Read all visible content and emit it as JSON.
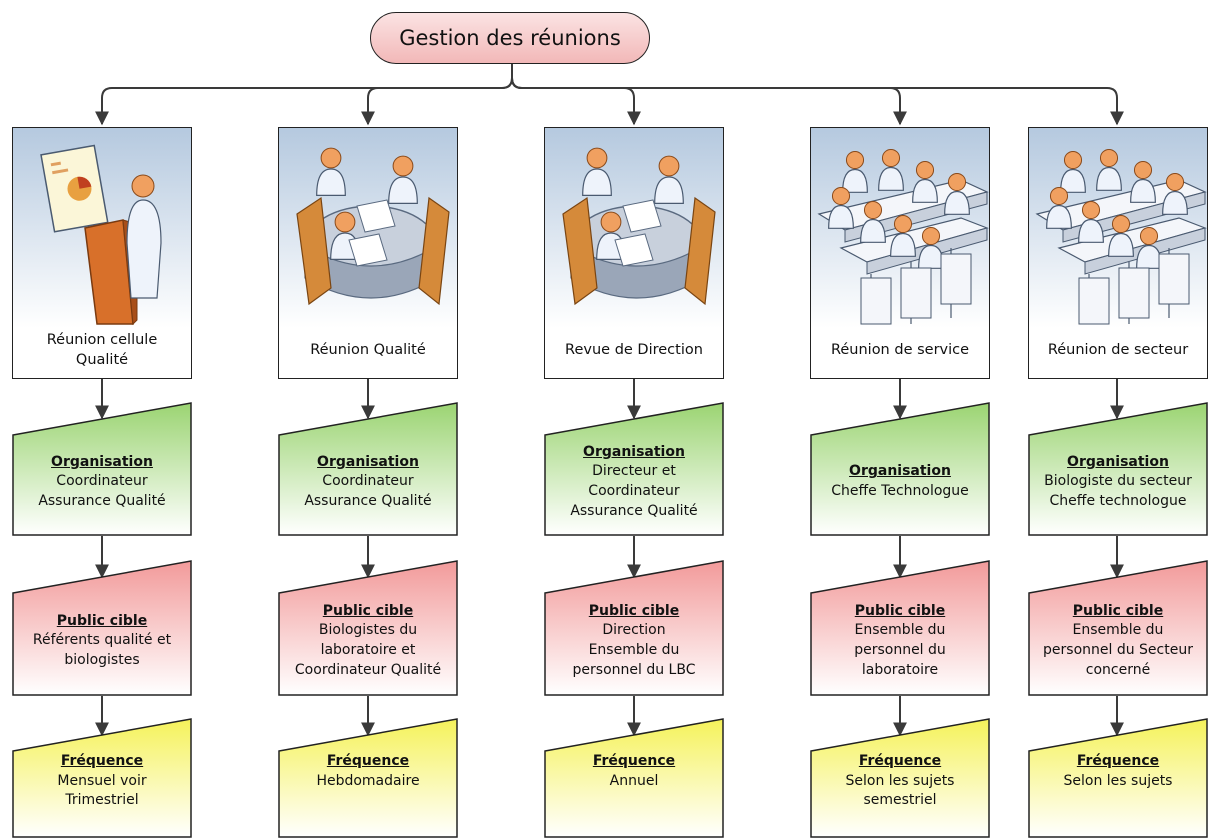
{
  "title": "Gestion des réunions",
  "colors": {
    "title_fill": "#f2b8b8",
    "organisation_fill": "#9bd472",
    "public_fill": "#f29a9a",
    "frequence_fill": "#f5f25a",
    "card_fill": "#b5c9df"
  },
  "columns": [
    {
      "illustration": "presenter-icon",
      "caption": "Réunion cellule\nQualité",
      "organisation": {
        "heading": "Organisation",
        "text": "Coordinateur\nAssurance Qualité"
      },
      "public": {
        "heading": "Public cible",
        "text": "Référents qualité et\nbiologistes"
      },
      "frequence": {
        "heading": "Fréquence",
        "text": "Mensuel voir\nTrimestriel"
      }
    },
    {
      "illustration": "round-table-meeting-icon",
      "caption": "Réunion Qualité",
      "organisation": {
        "heading": "Organisation",
        "text": "Coordinateur\nAssurance Qualité"
      },
      "public": {
        "heading": "Public cible",
        "text": "Biologistes du\nlaboratoire et\nCoordinateur Qualité"
      },
      "frequence": {
        "heading": "Fréquence",
        "text": "Hebdomadaire"
      }
    },
    {
      "illustration": "round-table-meeting-icon",
      "caption": "Revue de Direction",
      "organisation": {
        "heading": "Organisation",
        "text": "Directeur et\nCoordinateur\nAssurance Qualité"
      },
      "public": {
        "heading": "Public cible",
        "text": "Direction\nEnsemble du\npersonnel du LBC"
      },
      "frequence": {
        "heading": "Fréquence",
        "text": "Annuel"
      }
    },
    {
      "illustration": "audience-rows-icon",
      "caption": "Réunion de service",
      "organisation": {
        "heading": "Organisation",
        "text": "Cheffe Technologue"
      },
      "public": {
        "heading": "Public cible",
        "text": "Ensemble du\npersonnel du\nlaboratoire"
      },
      "frequence": {
        "heading": "Fréquence",
        "text": "Selon les sujets\nsemestriel"
      }
    },
    {
      "illustration": "audience-rows-icon",
      "caption": "Réunion de secteur",
      "organisation": {
        "heading": "Organisation",
        "text": "Biologiste du secteur\nCheffe technologue"
      },
      "public": {
        "heading": "Public cible",
        "text": "Ensemble du\npersonnel du Secteur\nconcerné"
      },
      "frequence": {
        "heading": "Fréquence",
        "text": "Selon les sujets"
      }
    }
  ]
}
